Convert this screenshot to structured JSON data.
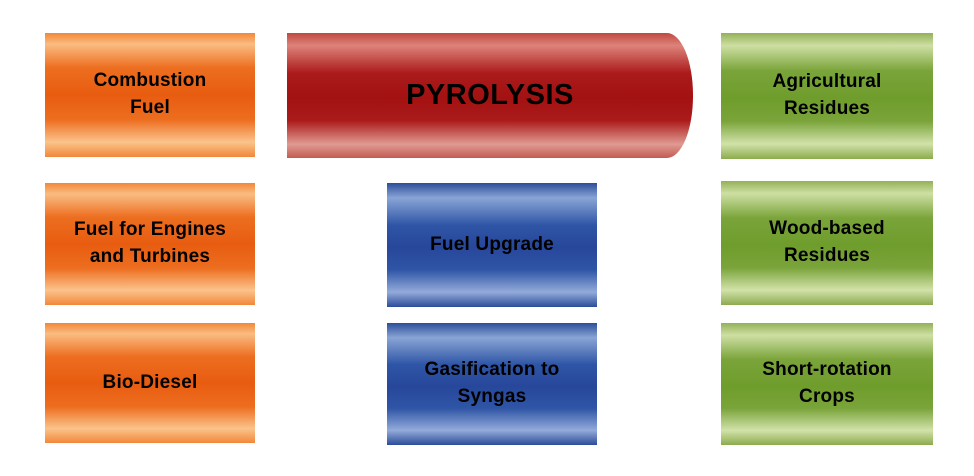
{
  "diagram": {
    "pyrolysis": {
      "label": "PYROLYSIS"
    },
    "left_column": [
      {
        "label": "Combustion\nFuel"
      },
      {
        "label": "Fuel for Engines\nand Turbines"
      },
      {
        "label": "Bio-Diesel"
      }
    ],
    "center_column": [
      {
        "label": "Fuel Upgrade"
      },
      {
        "label": "Gasification to\nSyngas"
      }
    ],
    "right_column": [
      {
        "label": "Agricultural\nResidues"
      },
      {
        "label": "Wood-based\nResidues"
      },
      {
        "label": "Short-rotation\nCrops"
      }
    ],
    "colors": {
      "orange_dark": "#E85C10",
      "orange_light": "#FBC38B",
      "red_dark": "#A31111",
      "red_light": "#E09A92",
      "blue_dark": "#27479B",
      "blue_light": "#93ABDA",
      "green_dark": "#6F9D2C",
      "green_light": "#D2E2A9",
      "text": "#000000",
      "background": "#FFFFFF"
    }
  }
}
